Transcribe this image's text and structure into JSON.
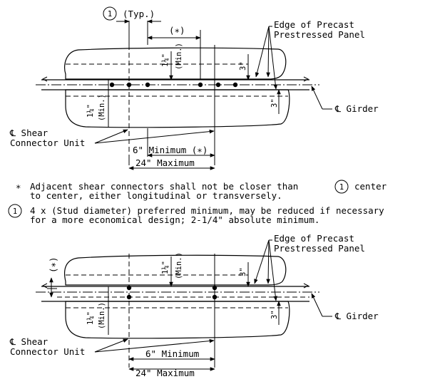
{
  "callout": {
    "number": "1",
    "typ_label": "(Typ.)",
    "star_label": "(∗)"
  },
  "labels": {
    "edge_panel_line1": "Edge of Precast",
    "edge_panel_line2": "Prestressed Panel",
    "girder_cl": "℄ Girder",
    "shear_unit_line1": "℄ Shear",
    "shear_unit_line2": "Connector Unit",
    "min_one_quarter": "1¼\"",
    "min_text": "(Min.)",
    "three_in": "3\""
  },
  "top_dims": {
    "six_min": "6\" Minimum (∗)",
    "twenty_four_max": "24\" Maximum"
  },
  "bottom_dims": {
    "six_min": "6\" Minimum",
    "twenty_four_max": "24\" Maximum",
    "star_side": "(∗)"
  },
  "notes": {
    "star_symbol": "∗",
    "note1_line1": "Adjacent shear connectors shall not be closer than",
    "note1_after": "center",
    "note1_line2": "to center, either longitudinal or transversely.",
    "note2_number": "1",
    "note2_line1": "4 x (Stud diameter) preferred minimum, may be reduced if necessary",
    "note2_line2": "for a more economical design; 2-1/4\" absolute minimum."
  }
}
